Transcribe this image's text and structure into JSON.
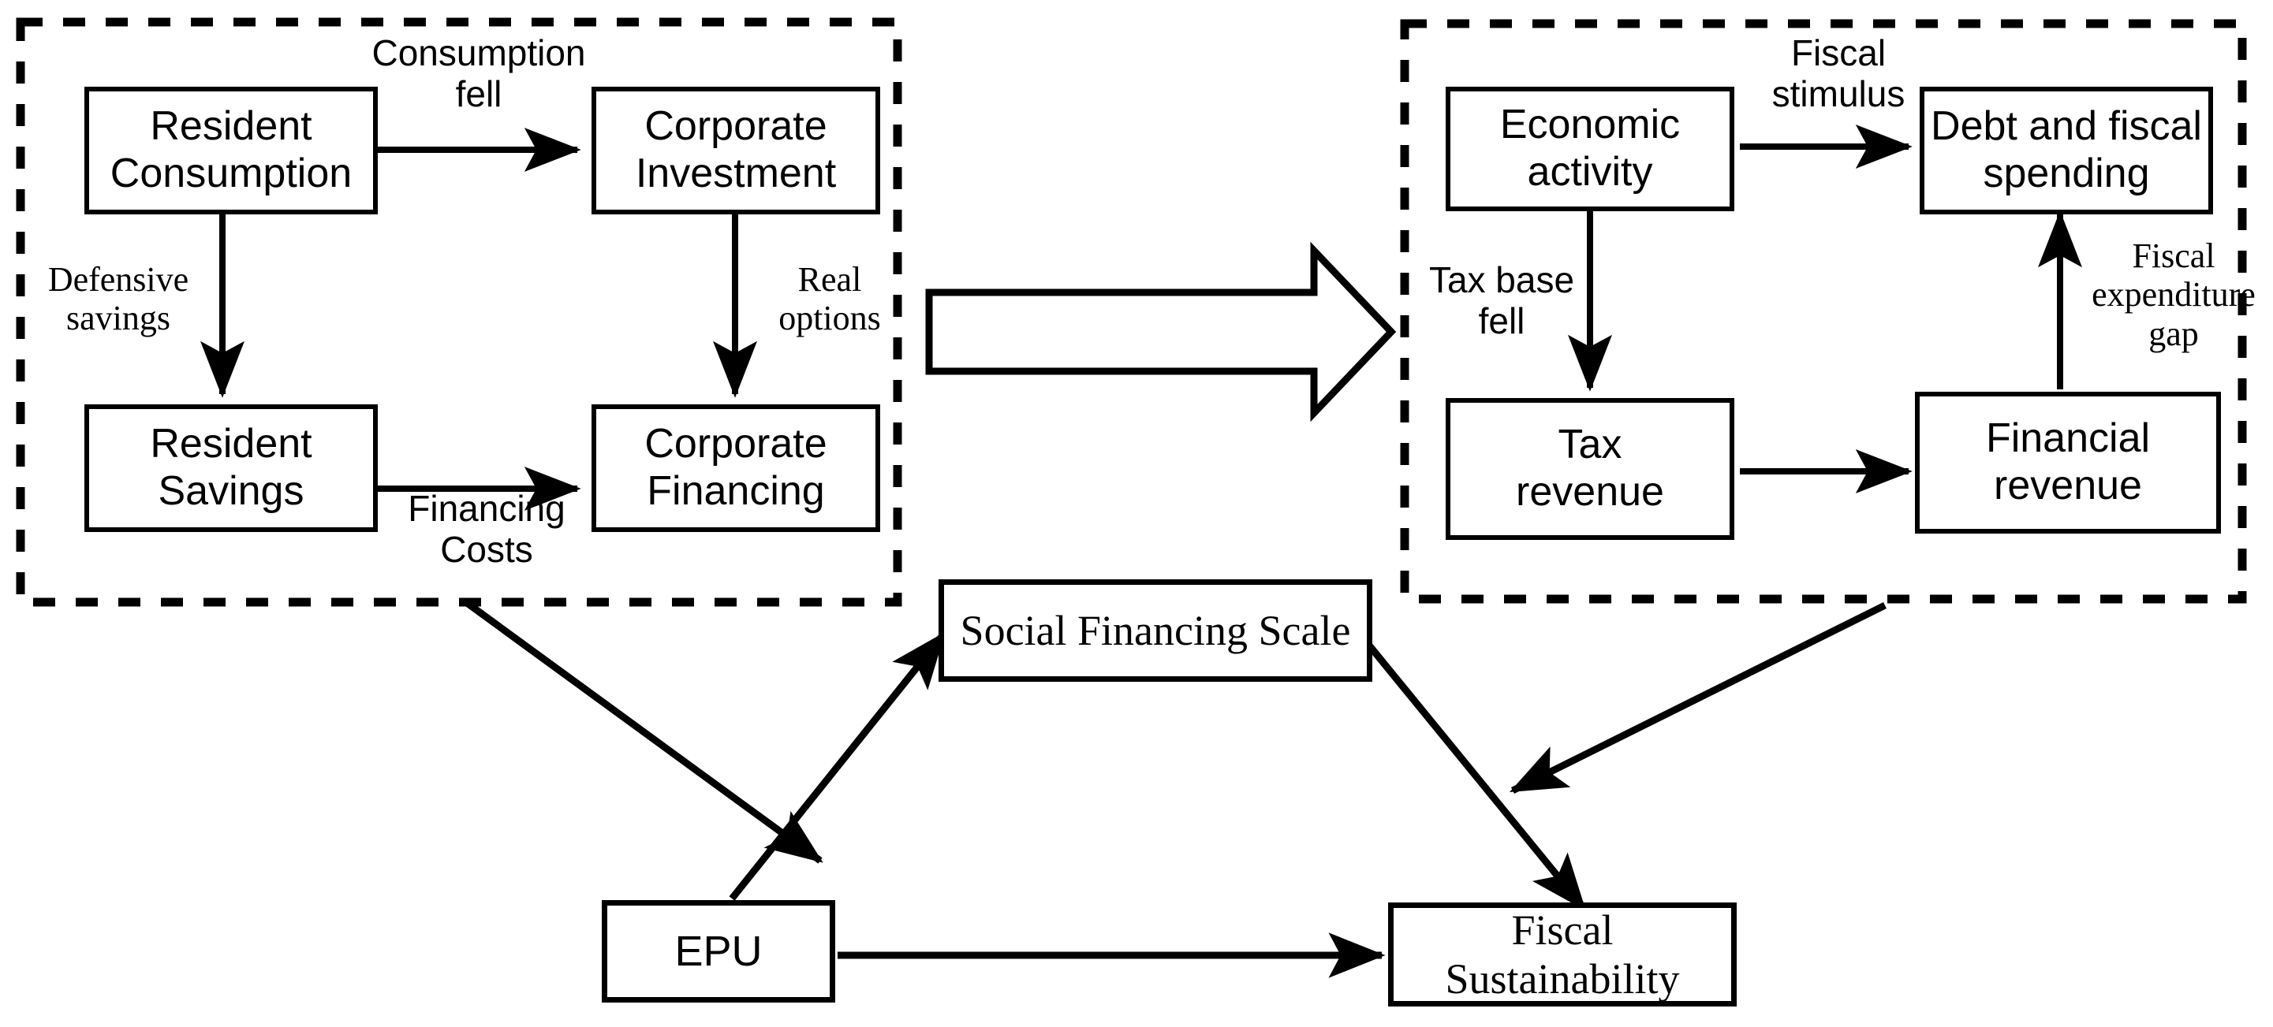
{
  "diagram": {
    "title": "Economic Policy Uncertainty, Social Financing and Fiscal Sustainability Framework",
    "colors": {
      "stroke": "#000000",
      "fill": "#ffffff",
      "background": "#ffffff"
    }
  },
  "panels": {
    "left": {
      "name": "private-sector-panel",
      "border_style": "dashed",
      "nodes": {
        "resident_consumption": "Resident\nConsumption",
        "corporate_investment": "Corporate\nInvestment",
        "resident_savings": "Resident\nSavings",
        "corporate_financing": "Corporate\nFinancing"
      },
      "edge_labels": {
        "consumption_fell": "Consumption\nfell",
        "defensive_savings": "Defensive\nsavings",
        "real_options": "Real\noptions",
        "financing_costs": "Financing\nCosts"
      }
    },
    "right": {
      "name": "public-sector-panel",
      "border_style": "dashed",
      "nodes": {
        "economic_activity": "Economic\nactivity",
        "debt_and_fiscal_spending": "Debt and fiscal\nspending",
        "tax_revenue": "Tax\nrevenue",
        "financial_revenue": "Financial\nrevenue"
      },
      "edge_labels": {
        "fiscal_stimulus": "Fiscal\nstimulus",
        "tax_base_fell": "Tax base\nfell",
        "fiscal_expenditure_gap": "Fiscal\nexpenditure\ngap"
      }
    }
  },
  "bottom": {
    "social_financing_scale": "Social Financing Scale",
    "epu": "EPU",
    "fiscal_sustainability": "Fiscal Sustainability"
  },
  "connectors": {
    "panel_transition": "block-arrow-right",
    "left_panel_to_midpoint": "arrow-down-right",
    "epu_to_social_financing_scale": "arrow-up-right",
    "social_financing_scale_to_fiscal_sustainability": "arrow-down-right",
    "right_panel_to_midpoint": "arrow-down-left",
    "epu_to_fiscal_sustainability": "arrow-right"
  }
}
